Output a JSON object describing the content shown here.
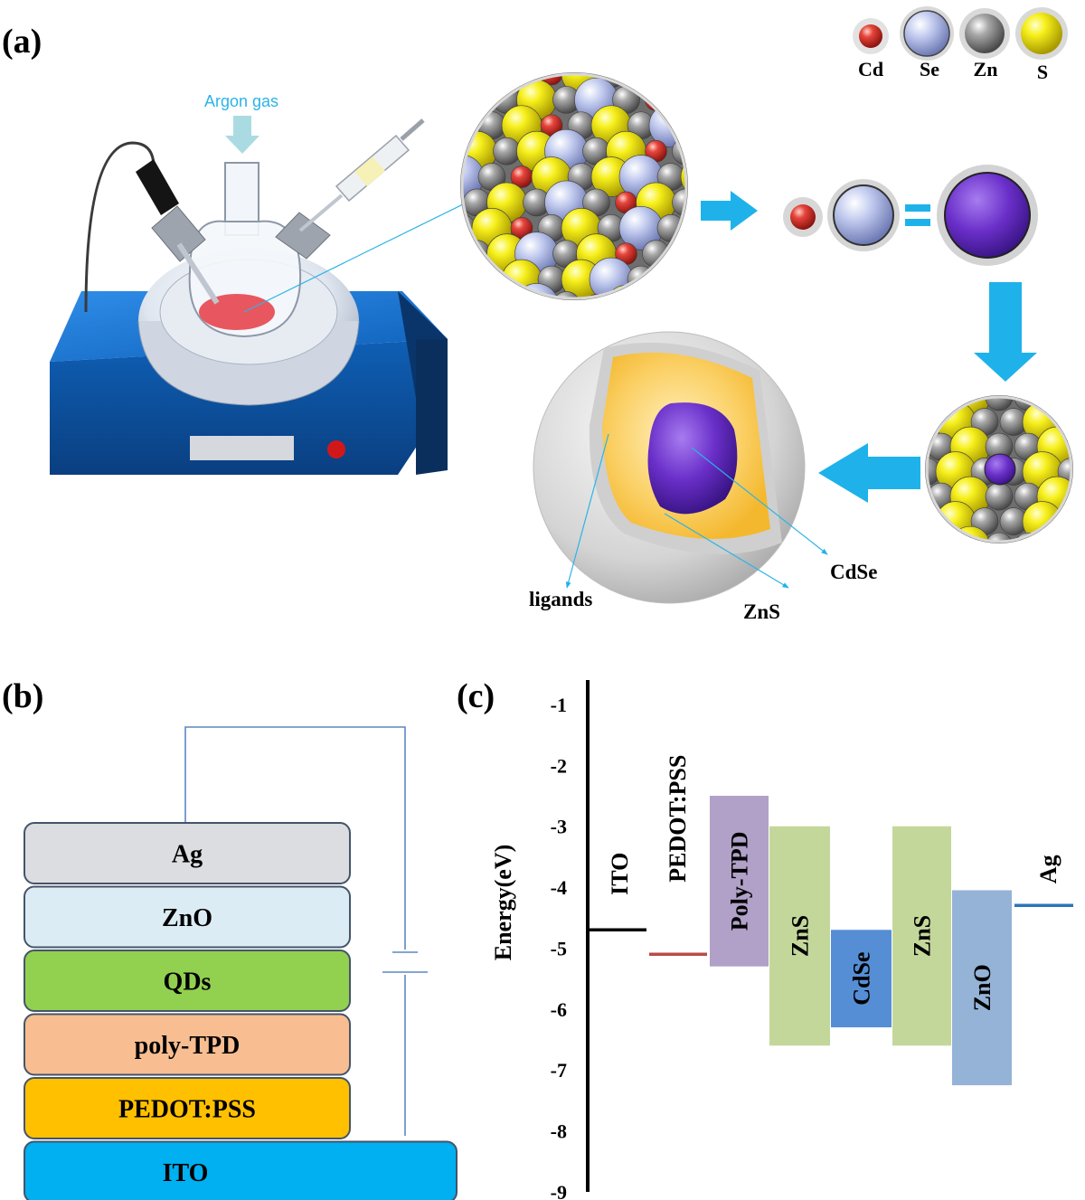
{
  "panels": {
    "a": {
      "label": "(a)"
    },
    "b": {
      "label": "(b)"
    },
    "c": {
      "label": "(c)"
    }
  },
  "synthesis": {
    "gas_label": "Argon gas",
    "legend": [
      {
        "symbol": "Cd",
        "color": "#d8322c"
      },
      {
        "symbol": "Se",
        "color": "#b8c4ea"
      },
      {
        "symbol": "Zn",
        "color": "#9a9a9a"
      },
      {
        "symbol": "S",
        "color": "#f2ec12"
      }
    ],
    "core_shell_labels": {
      "core": "CdSe",
      "shell": "ZnS",
      "outer": "ligands"
    },
    "icons": {
      "hotplate": "hotplate-icon",
      "flask": "three-neck-flask-icon",
      "syringe": "syringe-icon",
      "thermocouple": "thermocouple-probe-icon",
      "arrow": "flow-arrow-icon"
    },
    "colors": {
      "arrow": "#1fb2ea",
      "hotplate": "#1a73c9",
      "core": "#6a2fc9",
      "shell": "#f9c95a"
    }
  },
  "device_stack": {
    "layers": [
      {
        "name": "Ag",
        "color": "#dcdde0"
      },
      {
        "name": "ZnO",
        "color": "#dcecf4"
      },
      {
        "name": "QDs",
        "color": "#92d050"
      },
      {
        "name": "poly-TPD",
        "color": "#f8be91"
      },
      {
        "name": "PEDOT:PSS",
        "color": "#ffc000"
      },
      {
        "name": "ITO",
        "color": "#00b0f0"
      }
    ],
    "icons": {
      "power": "battery-symbol-icon"
    }
  },
  "chart_data": {
    "type": "energy-level-diagram",
    "ylabel": "Energy(eV)",
    "ylim": [
      -9,
      -0.6
    ],
    "yticks": [
      -1,
      -2,
      -3,
      -4,
      -5,
      -6,
      -7,
      -8,
      -9
    ],
    "levels": [
      {
        "name": "ITO",
        "kind": "line",
        "value": -4.7,
        "color": "#000000"
      },
      {
        "name": "PEDOT:PSS",
        "kind": "line",
        "value": -5.1,
        "color": "#b94a48"
      },
      {
        "name": "Poly-TPD",
        "kind": "bar",
        "top": -2.5,
        "bottom": -5.3,
        "color": "#b1a0c7"
      },
      {
        "name": "ZnS",
        "kind": "bar",
        "top": -3.0,
        "bottom": -6.6,
        "color": "#c4d79b"
      },
      {
        "name": "CdSe",
        "kind": "bar",
        "top": -4.7,
        "bottom": -6.3,
        "color": "#558ed5"
      },
      {
        "name": "ZnS",
        "kind": "bar",
        "top": -3.0,
        "bottom": -6.6,
        "color": "#c4d79b"
      },
      {
        "name": "ZnO",
        "kind": "bar",
        "top": -4.05,
        "bottom": -7.25,
        "color": "#95b3d7"
      },
      {
        "name": "Ag",
        "kind": "line",
        "value": -4.3,
        "color": "#2e75b6"
      }
    ]
  }
}
